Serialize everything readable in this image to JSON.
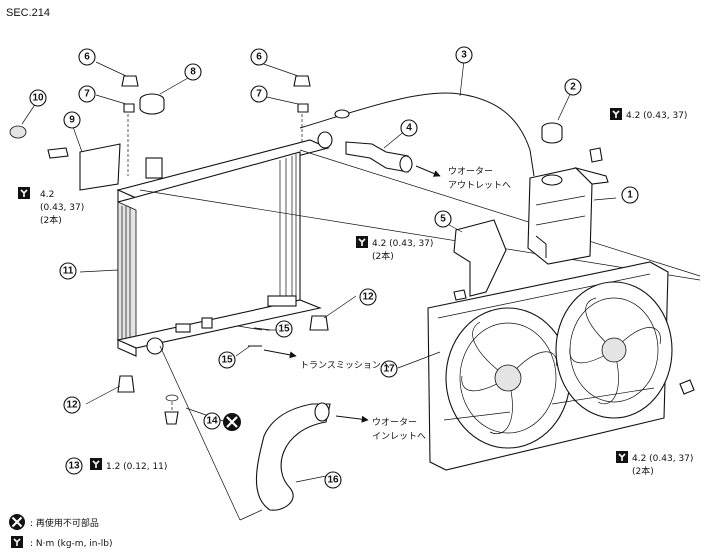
{
  "section": "SEC.214",
  "callouts": [
    {
      "n": "1"
    },
    {
      "n": "2"
    },
    {
      "n": "3"
    },
    {
      "n": "4"
    },
    {
      "n": "5"
    },
    {
      "n": "6"
    },
    {
      "n": "6"
    },
    {
      "n": "7"
    },
    {
      "n": "7"
    },
    {
      "n": "8"
    },
    {
      "n": "9"
    },
    {
      "n": "10"
    },
    {
      "n": "11"
    },
    {
      "n": "12"
    },
    {
      "n": "12"
    },
    {
      "n": "13"
    },
    {
      "n": "14"
    },
    {
      "n": "15"
    },
    {
      "n": "15"
    },
    {
      "n": "16"
    },
    {
      "n": "17"
    }
  ],
  "torques": {
    "t_top_right": {
      "value": "4.2 (0.43, 37)",
      "qty": ""
    },
    "t_left": {
      "line1": "4.2",
      "line2": "(0.43, 37)",
      "qty": "(2本)"
    },
    "t_mid": {
      "value": "4.2 (0.43, 37)",
      "qty": "(2本)"
    },
    "t_bottom_right": {
      "value": "4.2 (0.43, 37)",
      "qty": "(2本)"
    },
    "t_drain": {
      "value": "1.2 (0.12, 11)"
    }
  },
  "flow": {
    "water_outlet": [
      "ウオーター",
      "アウトレットへ"
    ],
    "transmission": "トランスミッションへ",
    "water_inlet": [
      "ウオーター",
      "インレットへ"
    ]
  },
  "legend": {
    "non_reusable": ": 再使用不可部品",
    "torque_unit": ": N·m (kg-m, in-lb)"
  },
  "icons": {
    "torque": "torque-wrench-icon",
    "non_reusable": "non-reusable-x-icon"
  }
}
